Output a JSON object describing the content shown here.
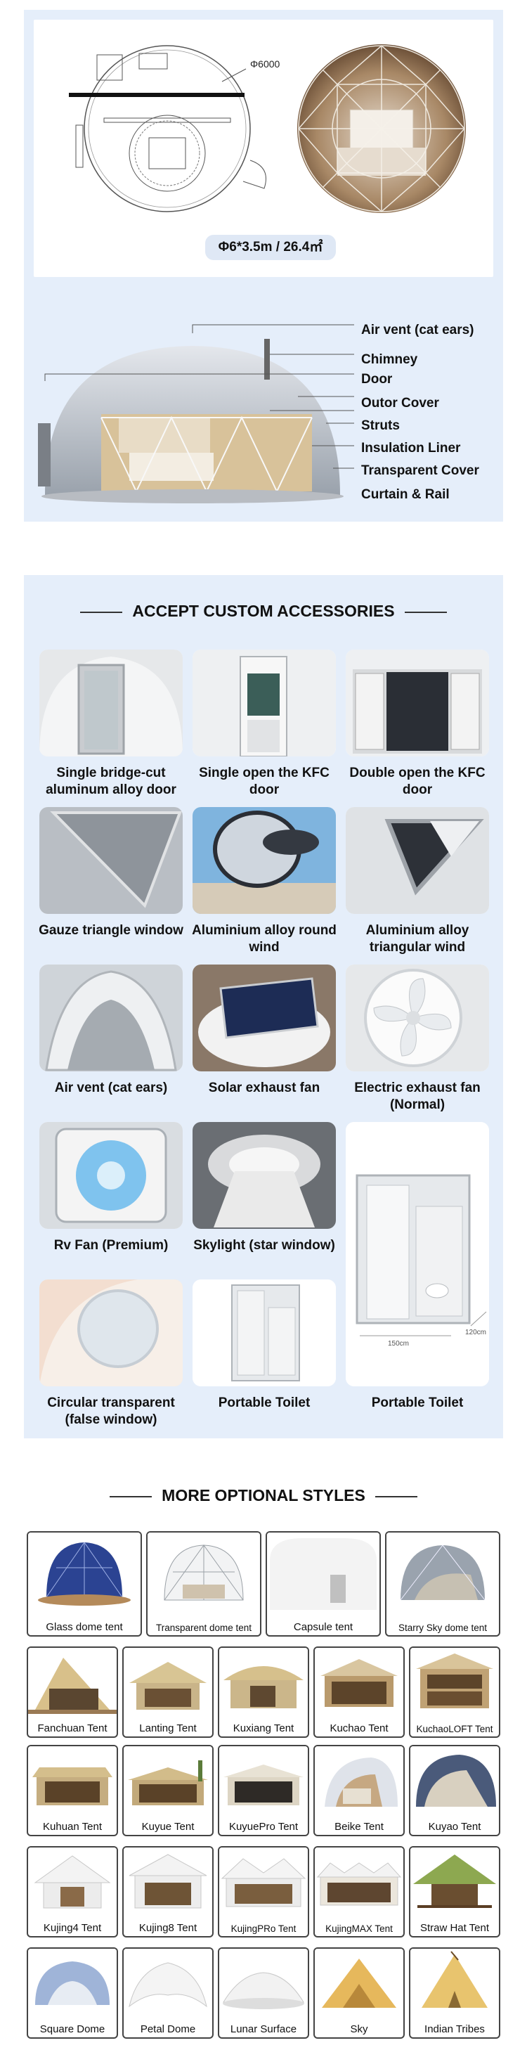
{
  "floorplan": {
    "diameter_label": "Φ6000",
    "size_badge": "Φ6*3.5m / 26.4㎡"
  },
  "dome_callouts": [
    "Air vent (cat ears)",
    "Chimney",
    "Door",
    "Outor Cover",
    "Struts",
    "Insulation Liner",
    "Transparent Cover",
    "Curtain & Rail"
  ],
  "accessories": {
    "title": "ACCEPT CUSTOM ACCESSORIES",
    "items": [
      {
        "label": "Single bridge-cut aluminum alloy door"
      },
      {
        "label": "Single open the KFC door"
      },
      {
        "label": "Double open the KFC door"
      },
      {
        "label": "Gauze triangle window"
      },
      {
        "label": "Aluminium alloy round wind"
      },
      {
        "label": "Aluminium alloy triangular wind"
      },
      {
        "label": "Air vent (cat ears)"
      },
      {
        "label": "Solar exhaust fan"
      },
      {
        "label": "Electric exhaust fan (Normal)"
      },
      {
        "label": "Rv Fan (Premium)"
      },
      {
        "label": "Skylight (star window)"
      },
      {
        "label": "Portable Toilet"
      },
      {
        "label": "Circular transparent (false window)"
      },
      {
        "label": "Portable Toilet"
      }
    ],
    "toilet_dims": [
      "150cm",
      "120cm"
    ]
  },
  "styles": {
    "title": "MORE OPTIONAL STYLES",
    "row1": [
      "Glass dome tent",
      "Transparent dome tent",
      "Capsule tent",
      "Starry Sky dome tent"
    ],
    "row2": [
      "Fanchuan Tent",
      "Lanting Tent",
      "Kuxiang Tent",
      "Kuchao Tent",
      "KuchaoLOFT Tent"
    ],
    "row3": [
      "Kuhuan Tent",
      "Kuyue Tent",
      "KuyuePro Tent",
      "Beike Tent",
      "Kuyao Tent"
    ],
    "row4": [
      "Kujing4 Tent",
      "Kujing8 Tent",
      "KujingPRo Tent",
      "KujingMAX Tent",
      "Straw Hat Tent"
    ],
    "row5": [
      "Square Dome",
      "Petal Dome",
      "Lunar Surface",
      "Sky",
      "Indian Tribes"
    ]
  },
  "colors": {
    "panel": "#e5eefa",
    "canvas": "#c9a46a",
    "glass_blue": "#2e4a9e",
    "frame_gray": "#8a8f96"
  }
}
